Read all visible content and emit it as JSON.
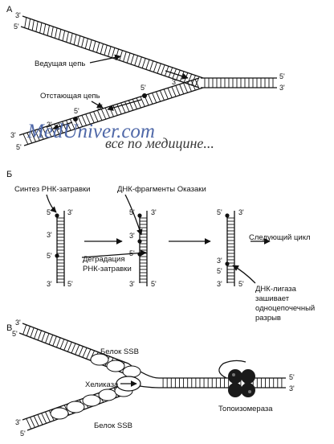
{
  "panels": {
    "a": "A",
    "b": "Б",
    "c": "В"
  },
  "ends": {
    "three_prime": "3'",
    "five_prime": "5'"
  },
  "panel_a": {
    "leading_strand": "Ведущая цепь",
    "lagging_strand": "Отстающая цепь"
  },
  "panel_b": {
    "primer_synthesis": "Синтез РНК-затравки",
    "okazaki_fragments": "ДНК-фрагменты Оказаки",
    "primer_degradation_1": "Деградация",
    "primer_degradation_2": "РНК-затравки",
    "next_cycle": "Следующий цикл",
    "ligase_1": "ДНК-лигаза",
    "ligase_2": "зашивает",
    "ligase_3": "одноцепочечный",
    "ligase_4": "разрыв"
  },
  "panel_c": {
    "ssb_top": "Белок SSB",
    "helicase": "Хеликаза",
    "topoisomerase": "Топоизомераза",
    "ssb_bottom": "Белок SSB"
  },
  "watermark": {
    "site": "MedUniver.com",
    "tagline": "все по медицине..."
  },
  "colors": {
    "ink": "#111111",
    "watermark_blue": "#4f68a8"
  }
}
